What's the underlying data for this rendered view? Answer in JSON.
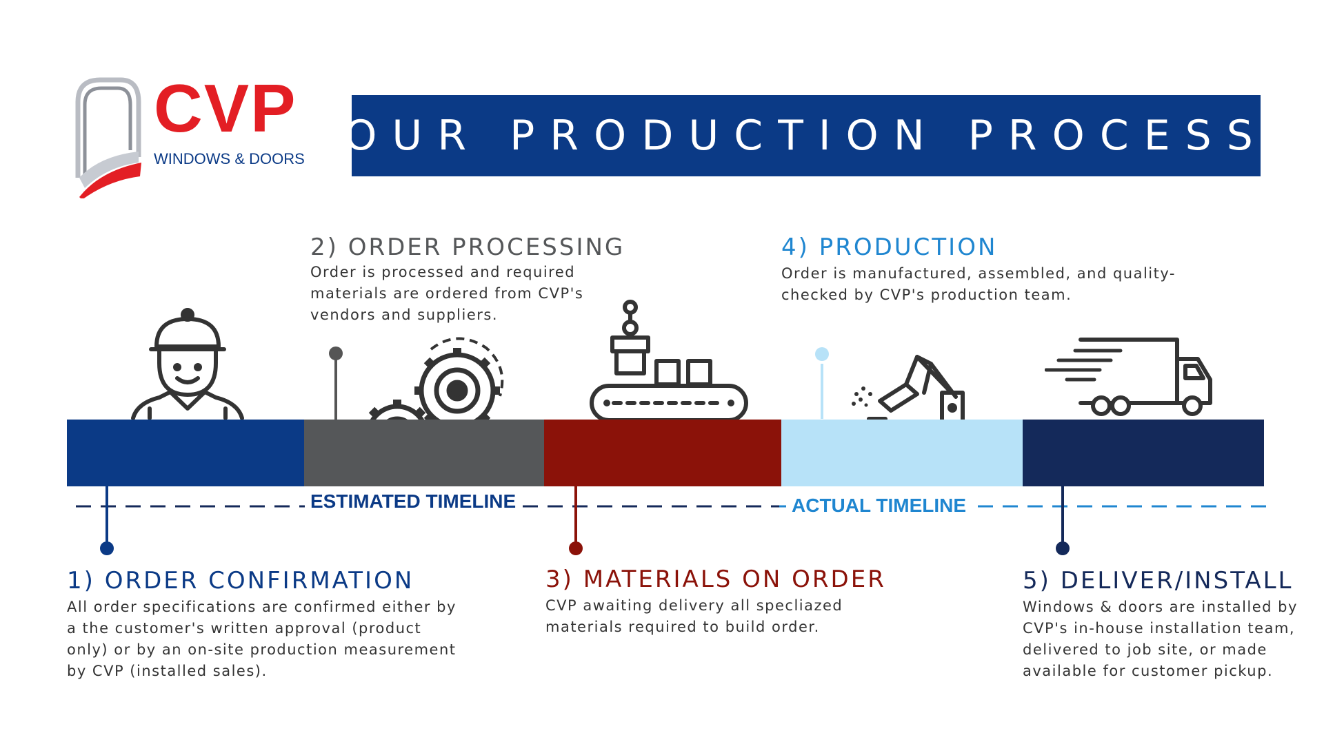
{
  "logo": {
    "brand": "CVP",
    "tagline": "WINDOWS & DOORS"
  },
  "title": "OUR PRODUCTION PROCESS",
  "steps": [
    {
      "title": "1) ORDER CONFIRMATION",
      "description": "All order specifications are confirmed either by a the customer's written approval (product only) or by an on-site production measurement by CVP (installed sales).",
      "color": "#0b3a86"
    },
    {
      "title": "2) ORDER PROCESSING",
      "description": "Order is processed and required materials are ordered from CVP's vendors and suppliers.",
      "color": "#555759"
    },
    {
      "title": "3) MATERIALS ON ORDER",
      "description": "CVP awaiting delivery all specliazed materials required to build order.",
      "color": "#8b1209"
    },
    {
      "title": "4) PRODUCTION",
      "description": "Order is manufactured, assembled, and quality-checked by CVP's production team.",
      "color": "#b7e2f8"
    },
    {
      "title": "5) DELIVER/INSTALL",
      "description": "Windows & doors are installed by CVP's in-house installation team, delivered to job site, or made available for customer pickup.",
      "color": "#14295a"
    }
  ],
  "timelines": {
    "estimated": "ESTIMATED TIMELINE",
    "actual": "ACTUAL TIMELINE"
  },
  "colors": {
    "navy": "#0b3a86",
    "gray": "#555759",
    "red": "#8b1209",
    "light_blue": "#b7e2f8",
    "dark_navy": "#14295a",
    "accent_blue": "#1f86d0",
    "logo_red": "#e31e24"
  },
  "icons": [
    "worker-icon",
    "gears-icon",
    "conveyor-icon",
    "robot-arm-icon",
    "delivery-truck-icon"
  ]
}
